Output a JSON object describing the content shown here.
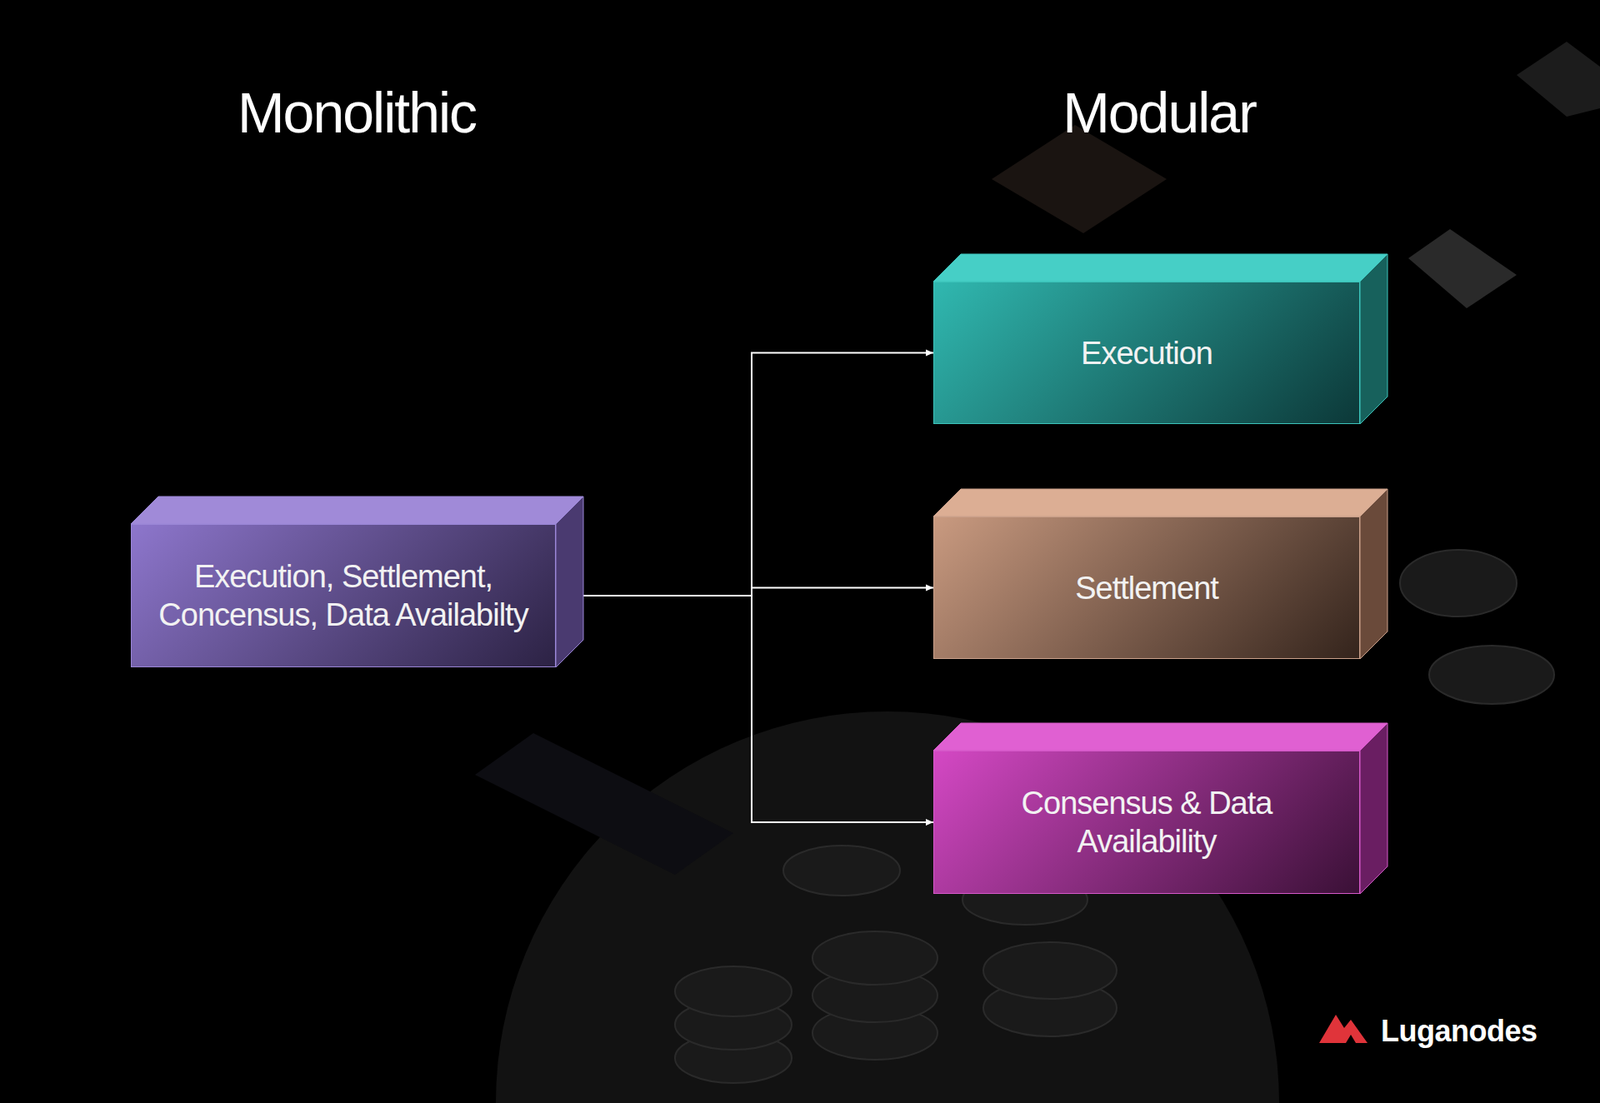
{
  "diagram": {
    "nodes": [
      {
        "text": [
          "Execution, Settlement, Concensus, Data Availabilty"
        ]
      },
      {
        "text": [
          "Execution"
        ]
      },
      {
        "text": [
          "Settlement"
        ]
      },
      {
        "text": [
          "Consensus & Data Availability"
        ]
      }
    ],
    "edges": [
      {
        "from": 0,
        "to": 1,
        "arrow": "to"
      },
      {
        "from": 0,
        "to": 2,
        "arrow": "to"
      },
      {
        "from": 0,
        "to": 3,
        "arrow": "to"
      }
    ],
    "labels": [
      "Monolithic",
      "Modular",
      "Luganodes"
    ]
  }
}
